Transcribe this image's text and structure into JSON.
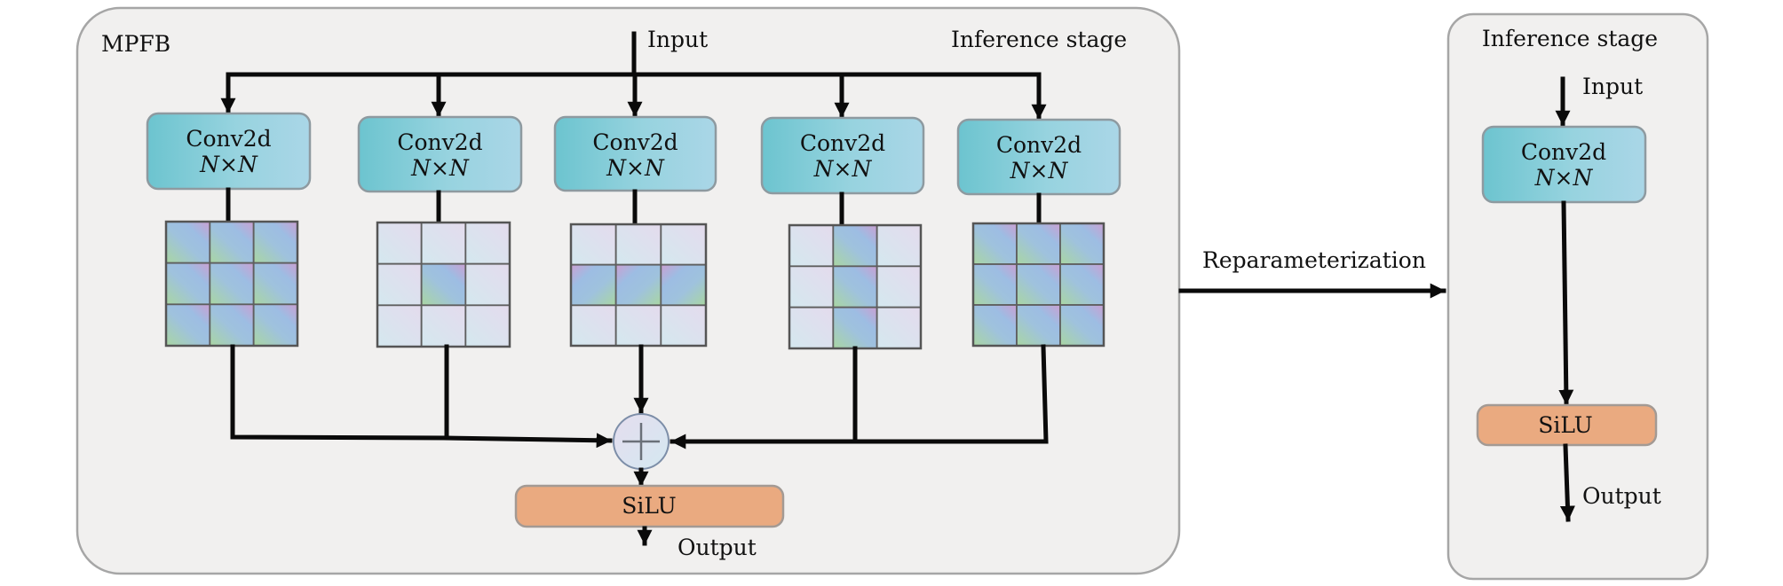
{
  "left_panel": {
    "title": "MPFB",
    "stage_label": "Inference stage",
    "input_label": "Input",
    "output_label": "Output",
    "activation_label": "SiLU",
    "sum_symbol": "+",
    "branches": [
      {
        "conv_label": "Conv2d",
        "kernel_label": "N×N",
        "kernel_mask": [
          [
            1,
            1,
            1
          ],
          [
            1,
            1,
            1
          ],
          [
            1,
            1,
            1
          ]
        ],
        "kernel_type": "NxN"
      },
      {
        "conv_label": "Conv2d",
        "kernel_label": "N×N",
        "kernel_mask": [
          [
            0,
            0,
            0
          ],
          [
            0,
            1,
            0
          ],
          [
            0,
            0,
            0
          ]
        ],
        "kernel_type": "1x1"
      },
      {
        "conv_label": "Conv2d",
        "kernel_label": "N×N",
        "kernel_mask": [
          [
            0,
            0,
            0
          ],
          [
            1,
            1,
            1
          ],
          [
            0,
            0,
            0
          ]
        ],
        "kernel_type": "1xN"
      },
      {
        "conv_label": "Conv2d",
        "kernel_label": "N×N",
        "kernel_mask": [
          [
            0,
            1,
            0
          ],
          [
            0,
            1,
            0
          ],
          [
            0,
            1,
            0
          ]
        ],
        "kernel_type": "Nx1"
      },
      {
        "conv_label": "Conv2d",
        "kernel_label": "N×N",
        "kernel_mask": [
          [
            1,
            1,
            1
          ],
          [
            1,
            1,
            1
          ],
          [
            1,
            1,
            1
          ]
        ],
        "kernel_type": "NxN"
      }
    ]
  },
  "transition": {
    "label": "Reparameterization"
  },
  "right_panel": {
    "stage_label": "Inference stage",
    "input_label": "Input",
    "conv_label": "Conv2d",
    "kernel_label": "N×N",
    "activation_label": "SiLU",
    "output_label": "Output"
  },
  "colors": {
    "panel_fill": "#f1f0ef",
    "conv_gradient": [
      "#6cc4cf",
      "#a9d8e6"
    ],
    "silu_fill": "#eaaa80",
    "active_cell_gradient": [
      "#a8d4a8",
      "#9dbfe2",
      "#c6a2d4"
    ],
    "inactive_cell_gradient": [
      "#d5e8ef",
      "#e3dced"
    ],
    "sum_node_fill": [
      "#e3deee",
      "#d5e8f0"
    ]
  }
}
